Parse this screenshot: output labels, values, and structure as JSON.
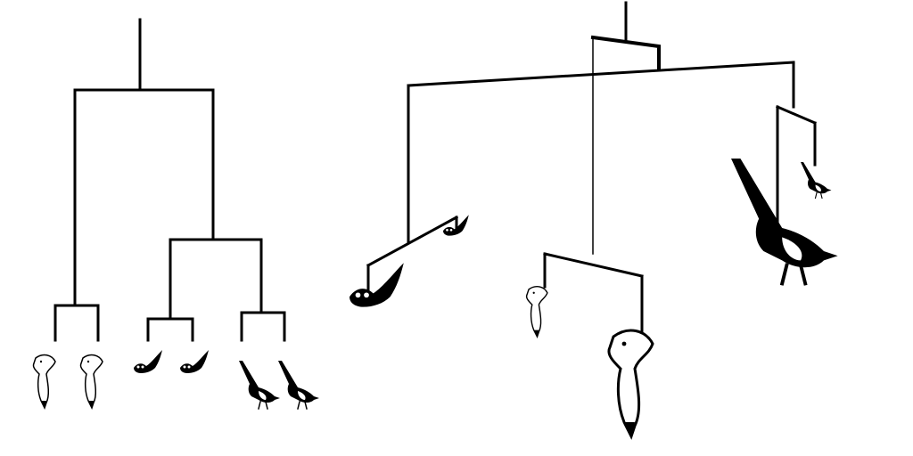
{
  "diagram": {
    "type": "dendrogram-and-mobile",
    "ink_color": "#000000",
    "background": "#ffffff",
    "leaves": [
      "gull-icon",
      "gull-icon",
      "owl-icon",
      "owl-icon",
      "magpie-icon",
      "magpie-icon"
    ],
    "tree": {
      "left_cluster": [
        "gull-icon",
        "gull-icon"
      ],
      "right_cluster": [
        [
          "owl-icon",
          "owl-icon"
        ],
        [
          "magpie-icon",
          "magpie-icon"
        ]
      ]
    },
    "mobile": {
      "arms": [
        "owl-pair",
        "gull-pair",
        "magpie-pair"
      ]
    }
  }
}
